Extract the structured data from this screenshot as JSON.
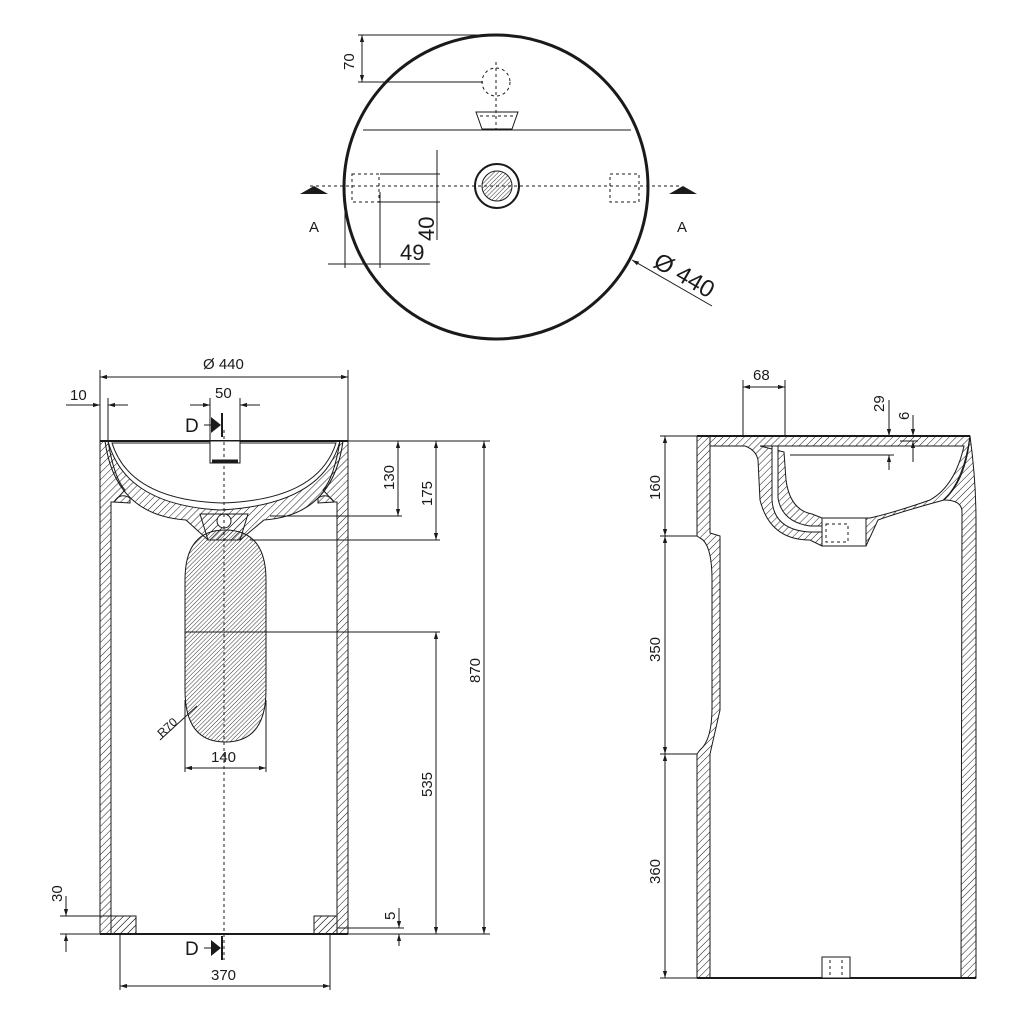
{
  "top_view": {
    "dim_70": "70",
    "dim_40": "40",
    "dim_49": "49",
    "dim_diameter": "Ø 440",
    "section_left": "A",
    "section_right": "A"
  },
  "front_view": {
    "dim_diameter": "Ø 440",
    "dim_10": "10",
    "dim_50": "50",
    "section_top": "D",
    "section_bottom": "D",
    "dim_130": "130",
    "dim_175": "175",
    "dim_870": "870",
    "dim_radius": "R70",
    "dim_140": "140",
    "dim_535": "535",
    "dim_30": "30",
    "dim_5": "5",
    "dim_370": "370"
  },
  "side_view": {
    "dim_68": "68",
    "dim_29": "29",
    "dim_6": "6",
    "dim_160": "160",
    "dim_350": "350",
    "dim_360": "360"
  }
}
